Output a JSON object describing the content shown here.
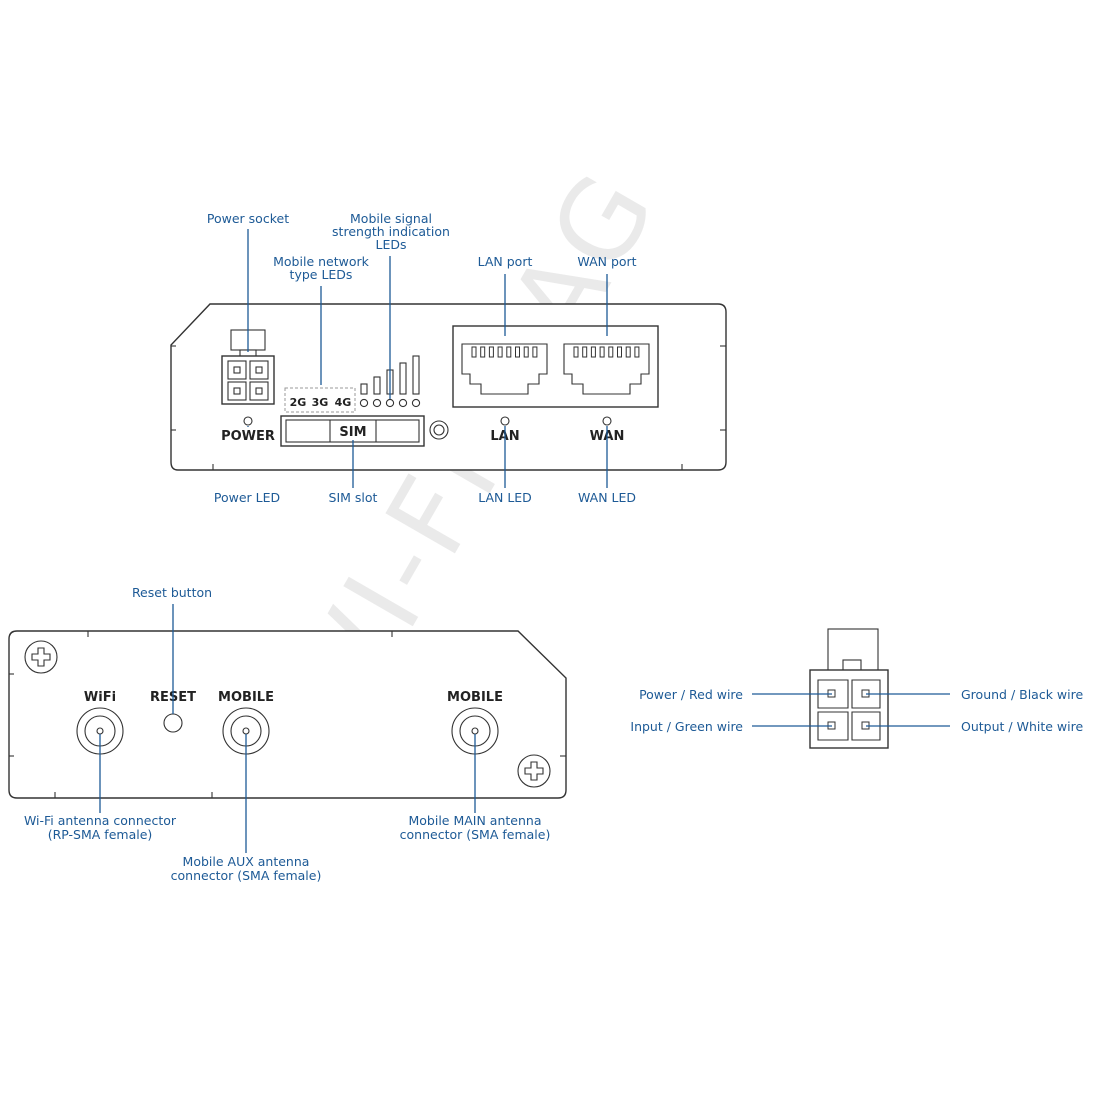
{
  "watermark": "WI-FI MAG",
  "front_panel": {
    "labels": {
      "power": "POWER",
      "sim": "SIM",
      "lan": "LAN",
      "wan": "WAN",
      "net_2g": "2G",
      "net_3g": "3G",
      "net_4g": "4G"
    },
    "callouts": {
      "power_socket": "Power socket",
      "signal_leds": [
        "Mobile signal",
        "strength indication",
        "LEDs"
      ],
      "network_leds": [
        "Mobile network",
        "type LEDs"
      ],
      "lan_port": "LAN port",
      "wan_port": "WAN port",
      "power_led": "Power LED",
      "sim_slot": "SIM slot",
      "lan_led": "LAN LED",
      "wan_led": "WAN LED"
    }
  },
  "back_panel": {
    "labels": {
      "wifi": "WiFi",
      "reset": "RESET",
      "mobile_aux": "MOBILE",
      "mobile_main": "MOBILE"
    },
    "callouts": {
      "reset_button": "Reset button",
      "wifi_connector": [
        "Wi-Fi antenna connector",
        "(RP-SMA female)"
      ],
      "aux_connector": [
        "Mobile AUX antenna",
        "connector (SMA female)"
      ],
      "main_connector": [
        "Mobile MAIN antenna",
        "connector (SMA female)"
      ]
    }
  },
  "power_pinout": {
    "power_red": "Power / Red wire",
    "ground_black": "Ground / Black wire",
    "input_green": "Input / Green wire",
    "output_white": "Output / White wire"
  }
}
